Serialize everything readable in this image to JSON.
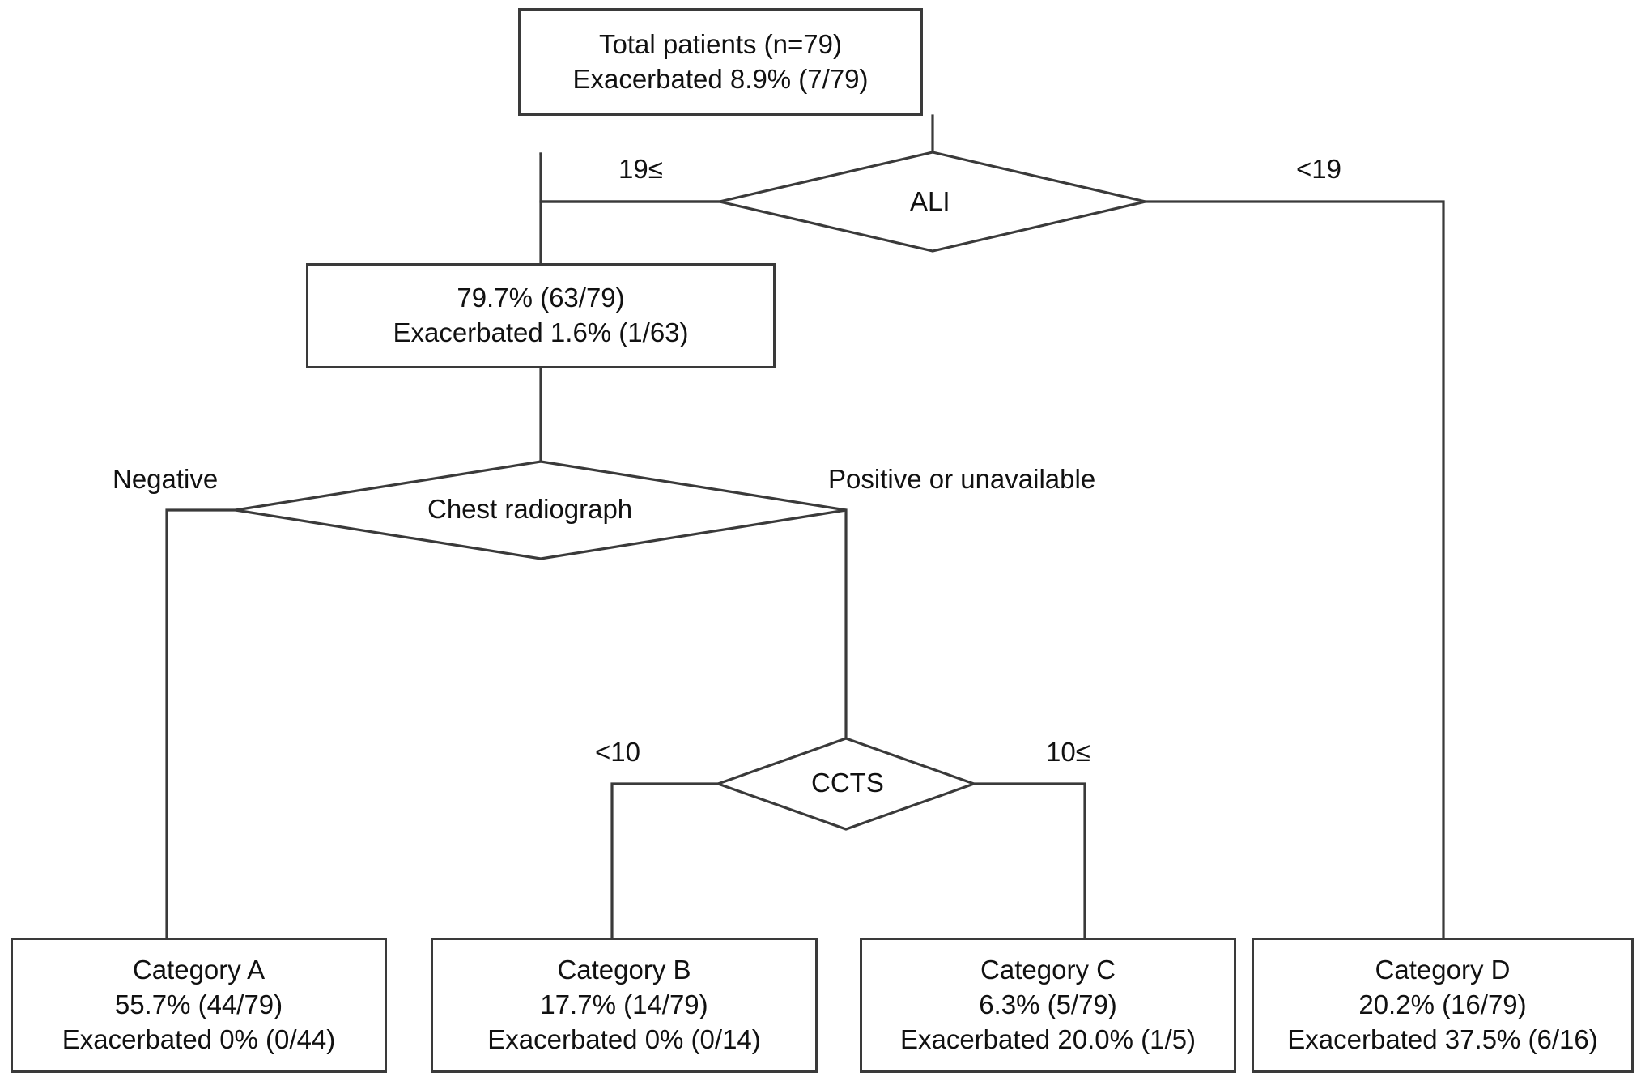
{
  "figure": {
    "type": "flowchart",
    "title": "Patient classification decision tree"
  },
  "nodes": {
    "total": {
      "id": "total-patients",
      "shape": "box",
      "line1": "Total patients (n=79)",
      "line2": "Exacerbated 8.9% (7/79)"
    },
    "ali_decision": {
      "id": "ali-decision",
      "shape": "diamond",
      "label": "ALI"
    },
    "ali_high": {
      "id": "ali-high-group",
      "shape": "box",
      "line1": "79.7% (63/79)",
      "line2": "Exacerbated 1.6% (1/63)"
    },
    "chest_decision": {
      "id": "chest-radiograph-decision",
      "shape": "diamond",
      "label": "Chest radiograph"
    },
    "ccts_decision": {
      "id": "ccts-decision",
      "shape": "diamond",
      "label": "CCTS"
    },
    "category_a": {
      "id": "category-a",
      "shape": "box",
      "line1": "Category A",
      "line2": "55.7% (44/79)",
      "line3": "Exacerbated 0% (0/44)"
    },
    "category_b": {
      "id": "category-b",
      "shape": "box",
      "line1": "Category B",
      "line2": "17.7% (14/79)",
      "line3": "Exacerbated 0% (0/14)"
    },
    "category_c": {
      "id": "category-c",
      "shape": "box",
      "line1": "Category C",
      "line2": "6.3% (5/79)",
      "line3": "Exacerbated 20.0% (1/5)"
    },
    "category_d": {
      "id": "category-d",
      "shape": "box",
      "line1": "Category D",
      "line2": "20.2% (16/79)",
      "line3": "Exacerbated 37.5% (6/16)"
    }
  },
  "edge_labels": {
    "ali_left": "19≤",
    "ali_right": "<19",
    "chest_left": "Negative",
    "chest_right": "Positive or unavailable",
    "ccts_left": "<10",
    "ccts_right": "10≤"
  },
  "chart_data": {
    "type": "table",
    "title": "Patient classification decision tree",
    "total_patients": 79,
    "overall_exacerbated_percent": 8.9,
    "overall_exacerbated_fraction": "7/79",
    "branch_criteria": [
      "ALI",
      "Chest radiograph",
      "CCTS"
    ],
    "categories": [
      "Category A",
      "Category B",
      "Category C",
      "Category D"
    ],
    "category_percent_of_total": [
      55.7,
      17.7,
      6.3,
      20.2
    ],
    "category_counts": [
      44,
      14,
      5,
      16
    ],
    "exacerbated_percent": [
      0,
      0,
      20.0,
      37.5
    ],
    "exacerbated_counts": [
      0,
      0,
      1,
      6
    ],
    "intermediate_nodes": [
      {
        "name": "ALI 19≤",
        "percent_of_total": 79.7,
        "fraction": "63/79",
        "exacerbated_percent": 1.6,
        "exacerbated_fraction": "1/63"
      }
    ]
  },
  "colors": {
    "stroke": "#3a3a3a",
    "text": "#111111",
    "background": "#ffffff"
  }
}
